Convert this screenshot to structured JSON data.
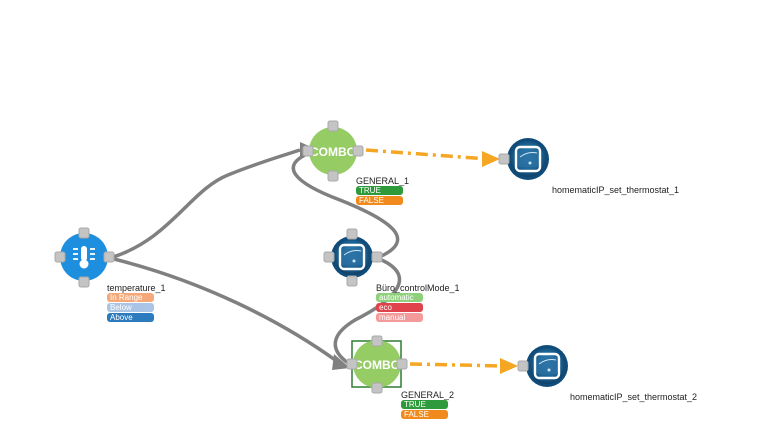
{
  "nodes": {
    "temperature": {
      "label": "temperature_1",
      "icon": "thermometer-icon",
      "color": "#1e8fde",
      "outputs": [
        {
          "label": "In Range",
          "color": "#f5a97a"
        },
        {
          "label": "Below",
          "color": "#a9c4e4"
        },
        {
          "label": "Above",
          "color": "#2c7bbf"
        }
      ]
    },
    "combo1": {
      "text": "COMBO",
      "label": "GENERAL_1",
      "color": "#96cc64",
      "outputs": [
        {
          "label": "TRUE",
          "color": "#2e9a3c"
        },
        {
          "label": "FALSE",
          "color": "#f08a1c"
        }
      ]
    },
    "combo2": {
      "text": "COMBO",
      "label": "GENERAL_2",
      "color": "#96cc64",
      "outputs": [
        {
          "label": "TRUE",
          "color": "#2e9a3c"
        },
        {
          "label": "FALSE",
          "color": "#f08a1c"
        }
      ]
    },
    "control_mode": {
      "label": "Büro_controlMode_1",
      "icon": "thermostat-icon",
      "outputs": [
        {
          "label": "automatic",
          "color": "#8fd07c"
        },
        {
          "label": "eco",
          "color": "#e0434c"
        },
        {
          "label": "manual",
          "color": "#f59a9a"
        }
      ]
    },
    "thermostat1": {
      "label": "homematicIP_set_thermostat_1",
      "icon": "thermostat-icon"
    },
    "thermostat2": {
      "label": "homematicIP_set_thermostat_2",
      "icon": "thermostat-icon"
    }
  },
  "colors": {
    "edge": "#808080",
    "action_edge": "#f5a623",
    "port": "#c4c4c4",
    "selection": "#2e7d32"
  }
}
